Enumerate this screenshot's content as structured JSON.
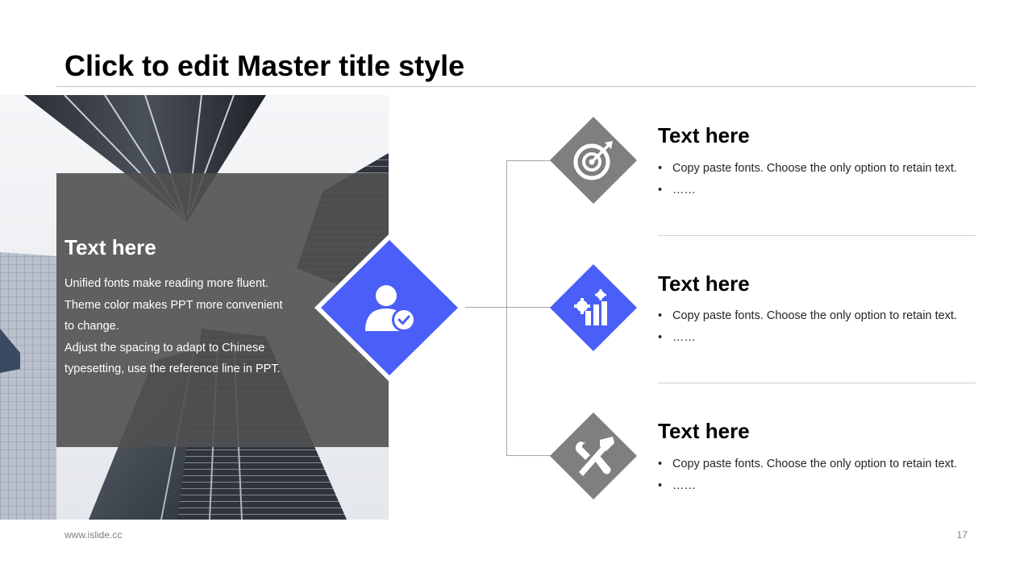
{
  "slide": {
    "title": "Click to edit Master title style",
    "footer_url": "www.islide.cc",
    "page_number": "17"
  },
  "colors": {
    "accent_blue": "#4a5ff7",
    "diamond_gray": "#7f7f7f",
    "overlay_gray": "#505050"
  },
  "photo_panel": {
    "heading": "Text here",
    "lines": [
      "Unified fonts make reading more fluent.",
      "Theme color makes PPT more convenient",
      "to change.",
      "Adjust the spacing to adapt to Chinese",
      "typesetting, use the reference line in PPT."
    ],
    "icon": "user-check-icon"
  },
  "items": [
    {
      "title": "Text here",
      "bullets": [
        "Copy paste fonts. Choose the only option to retain text.",
        "……"
      ],
      "icon": "target-icon",
      "color": "gray"
    },
    {
      "title": "Text here",
      "bullets": [
        "Copy paste fonts. Choose the only option to retain text.",
        "……"
      ],
      "icon": "gear-chart-icon",
      "color": "blue"
    },
    {
      "title": "Text here",
      "bullets": [
        "Copy paste fonts. Choose the only option to retain text.",
        "……"
      ],
      "icon": "tools-icon",
      "color": "gray"
    }
  ]
}
